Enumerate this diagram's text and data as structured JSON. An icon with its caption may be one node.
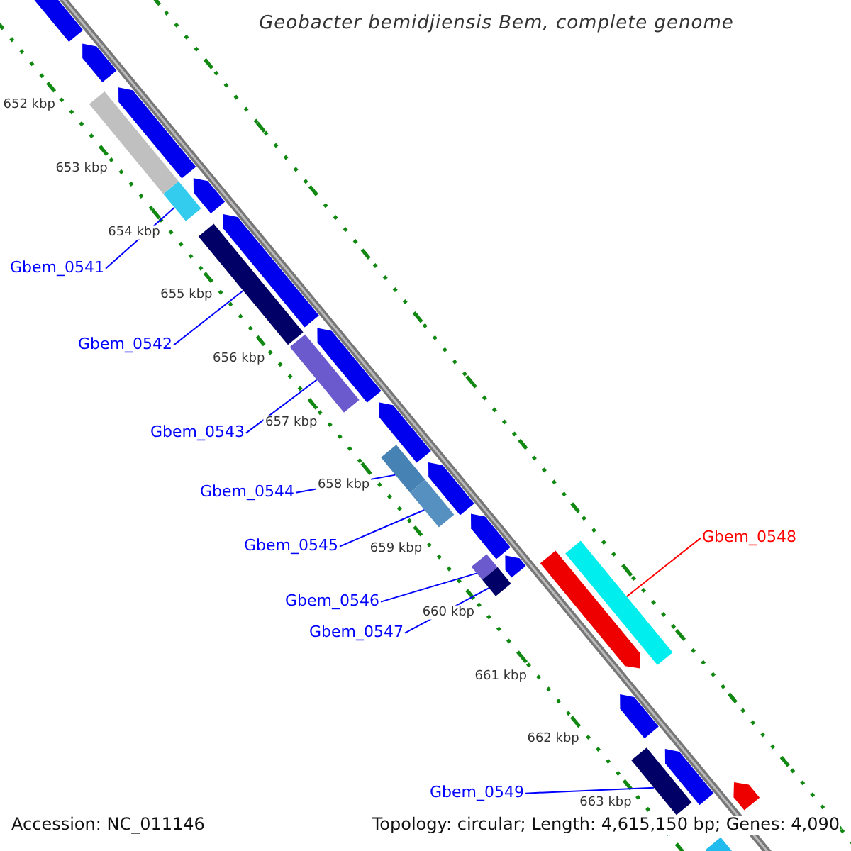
{
  "diagram": {
    "title": "Geobacter bemidjiensis Bem, complete genome",
    "nodes": [
      {
        "text": [
          "Gbem_0541"
        ]
      },
      {
        "text": [
          "Gbem_0542"
        ]
      },
      {
        "text": [
          "Gbem_0543"
        ]
      },
      {
        "text": [
          "Gbem_0544"
        ]
      },
      {
        "text": [
          "Gbem_0545"
        ]
      },
      {
        "text": [
          "Gbem_0546"
        ]
      },
      {
        "text": [
          "Gbem_0547"
        ]
      },
      {
        "text": [
          "Gbem_0548"
        ]
      },
      {
        "text": [
          "Gbem_0549"
        ]
      },
      {
        "text": [],
        "shape": "bar"
      },
      {
        "text": [],
        "shape": "bar"
      },
      {
        "text": [],
        "shape": "bar"
      },
      {
        "text": [],
        "shape": "bar"
      },
      {
        "text": [],
        "shape": "bar"
      },
      {
        "text": [],
        "shape": "bar"
      },
      {
        "text": [],
        "shape": "bar"
      },
      {
        "text": [],
        "shape": "bar"
      },
      {
        "text": [],
        "shape": "bar"
      },
      {
        "text": [],
        "shape": "pentagon"
      },
      {
        "text": [],
        "shape": "pentagon"
      },
      {
        "text": [],
        "shape": "bar"
      },
      {
        "text": [],
        "shape": "pentagon"
      },
      {
        "text": [],
        "shape": "pentagon"
      },
      {
        "text": [],
        "shape": "pentagon"
      },
      {
        "text": [],
        "shape": "pentagon"
      },
      {
        "text": [],
        "shape": "pentagon"
      },
      {
        "text": [],
        "shape": "pentagon"
      },
      {
        "text": [],
        "shape": "pentagon"
      },
      {
        "text": [],
        "shape": "pentagon"
      },
      {
        "text": [],
        "shape": "pentagon"
      },
      {
        "text": [],
        "shape": "pentagon"
      },
      {
        "text": [],
        "shape": "pentagon"
      },
      {
        "text": [],
        "shape": "pentagon"
      },
      {
        "text": [],
        "shape": "bar"
      }
    ],
    "edges": [
      {
        "from": 0,
        "to": 9,
        "arrow": "none"
      },
      {
        "from": 1,
        "to": 10,
        "arrow": "none"
      },
      {
        "from": 2,
        "to": 11,
        "arrow": "none"
      },
      {
        "from": 3,
        "to": 12,
        "arrow": "none"
      },
      {
        "from": 4,
        "to": 13,
        "arrow": "none"
      },
      {
        "from": 5,
        "to": 14,
        "arrow": "none"
      },
      {
        "from": 6,
        "to": 15,
        "arrow": "none"
      },
      {
        "from": 7,
        "to": 16,
        "arrow": "none",
        "color": "#ff0000"
      },
      {
        "from": 8,
        "to": 17,
        "arrow": "none"
      }
    ],
    "labels": [
      "652 kbp",
      "653 kbp",
      "654 kbp",
      "655 kbp",
      "656 kbp",
      "657 kbp",
      "658 kbp",
      "659 kbp",
      "660 kbp",
      "661 kbp",
      "662 kbp",
      "663 kbp",
      "Accession: NC_011146",
      "Topology: circular; Length: 4,615,150 bp; Genes: 4,090"
    ]
  }
}
